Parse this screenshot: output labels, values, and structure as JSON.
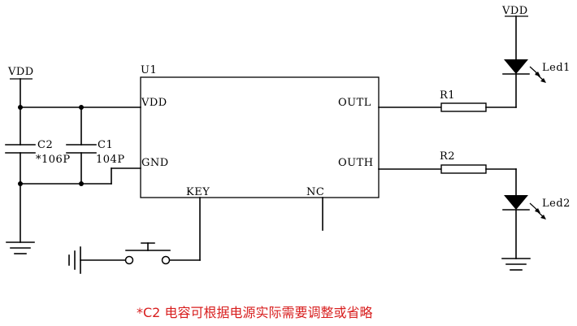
{
  "labels": {
    "vdd_left": "VDD",
    "vdd_right": "VDD",
    "chip_ref": "U1",
    "pin_vdd": "VDD",
    "pin_gnd": "GND",
    "pin_key": "KEY",
    "pin_nc": "NC",
    "pin_outl": "OUTL",
    "pin_outh": "OUTH",
    "c2_ref": "C2",
    "c2_value": "*106P",
    "c1_ref": "C1",
    "c1_value": "104P",
    "r1_ref": "R1",
    "r2_ref": "R2",
    "led1": "Led1",
    "led2": "Led2"
  },
  "note": "*C2 电容可根据电源实际需要调整或省略"
}
